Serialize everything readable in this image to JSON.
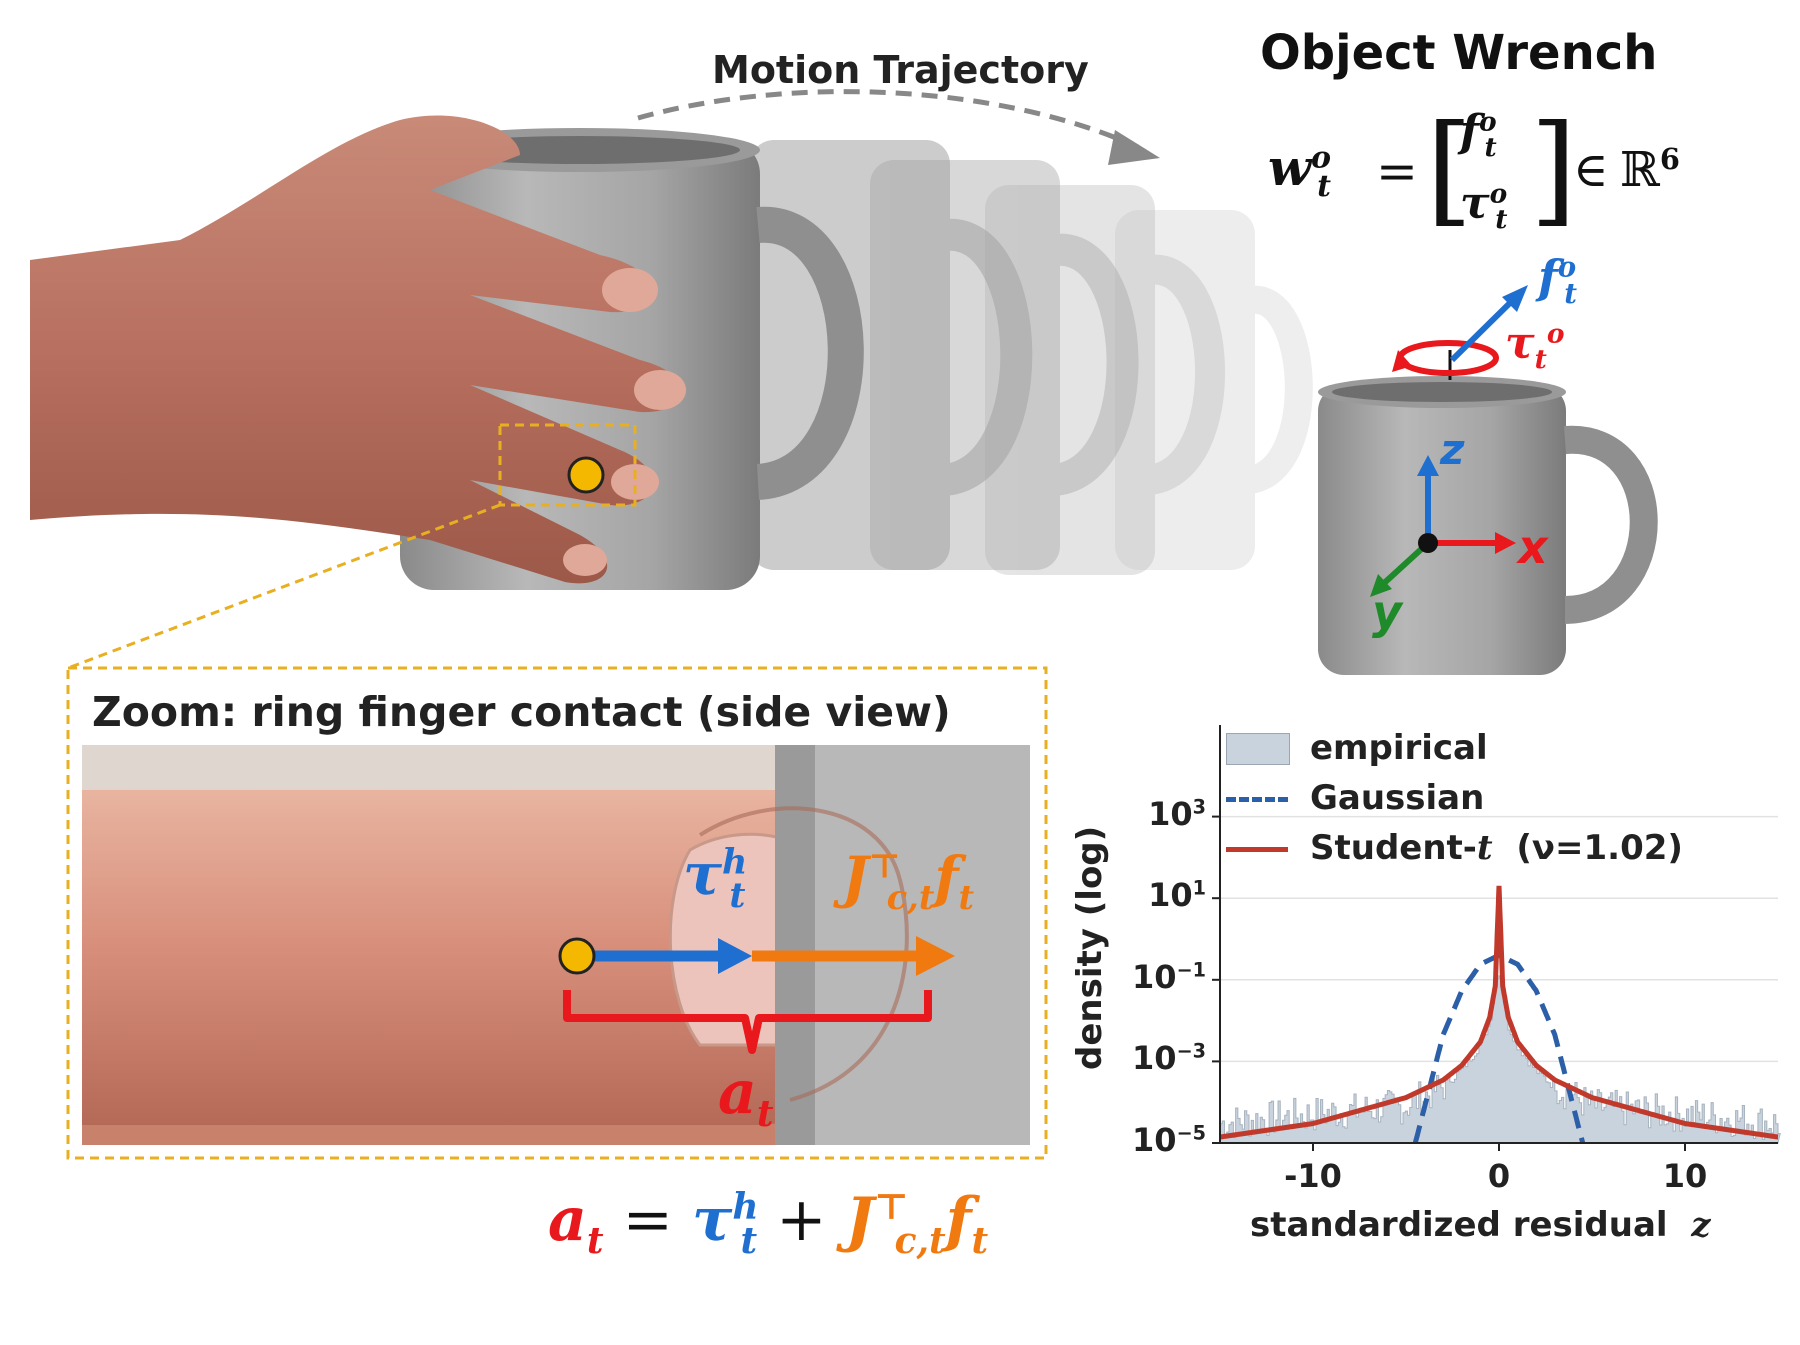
{
  "header": {
    "motion_label": "Motion Trajectory",
    "wrench_title": "Object Wrench",
    "wrench_equation": "w_t^o = [f_t^o ; τ_t^o] ∈ ℝ^6"
  },
  "mug_axes": {
    "x": "x",
    "y": "y",
    "z": "z",
    "force": "f_t^o",
    "torque": "τ_t^o"
  },
  "zoom": {
    "title": "Zoom: ring finger contact (side view)",
    "tau_label": "τ_t^h",
    "jf_label": "J_{c,t}^⊤ f_t",
    "a_label": "a_t",
    "equation": "a_t = τ_t^h + J_{c,t}^⊤ f_t"
  },
  "colors": {
    "blue": "#1f6fd0",
    "orange": "#f07a10",
    "red": "#e8181c",
    "green": "#1f8a2a",
    "contact_dot": "#f5b800",
    "zoom_box": "#e8b020"
  },
  "chart_data": {
    "type": "area",
    "xlabel": "standardized residual",
    "xlabel_var": "z",
    "ylabel": "density (log)",
    "y_scale": "log",
    "xlim": [
      -15,
      15
    ],
    "ylim_exp": [
      -5,
      5
    ],
    "x_ticks": [
      "-10",
      "0",
      "10"
    ],
    "x_tick_values": [
      -10,
      0,
      10
    ],
    "y_tick_exps": [
      3,
      1,
      -1,
      -3,
      -5
    ],
    "legend_position": "top-left",
    "legend": [
      {
        "name": "empirical",
        "style": "histogram",
        "color": "#c9d3dd"
      },
      {
        "name": "Gaussian",
        "style": "dashed",
        "color": "#2b5fa8"
      },
      {
        "name": "Student-",
        "name_var": "t",
        "param": "(ν=1.02)",
        "style": "solid",
        "color": "#c0392b"
      }
    ],
    "series": [
      {
        "name": "Gaussian",
        "x": [
          -4.5,
          -3,
          -2,
          -1,
          0,
          1,
          2,
          3,
          4.5
        ],
        "y": [
          1e-05,
          0.0045,
          0.054,
          0.24,
          0.4,
          0.24,
          0.054,
          0.0045,
          1e-05
        ]
      },
      {
        "name": "Student-t (ν=1.02)",
        "x": [
          -15,
          -10,
          -5,
          -3,
          -2,
          -1,
          -0.5,
          -0.2,
          0,
          0.2,
          0.5,
          1,
          2,
          3,
          5,
          10,
          15
        ],
        "y": [
          1.4e-05,
          3e-05,
          0.00013,
          0.00035,
          0.0008,
          0.003,
          0.012,
          0.07,
          20,
          0.07,
          0.012,
          0.003,
          0.0008,
          0.00035,
          0.00013,
          3e-05,
          1.4e-05
        ]
      },
      {
        "name": "empirical",
        "x": [
          -15,
          -10,
          -5,
          -3,
          -2,
          -1,
          -0.5,
          0,
          0.5,
          1,
          2,
          3,
          5,
          10,
          15
        ],
        "y": [
          3e-05,
          5e-05,
          8e-05,
          0.00025,
          0.0006,
          0.0025,
          0.008,
          0.2,
          0.008,
          0.0025,
          0.0006,
          0.00025,
          8e-05,
          5e-05,
          3e-05
        ]
      }
    ]
  }
}
